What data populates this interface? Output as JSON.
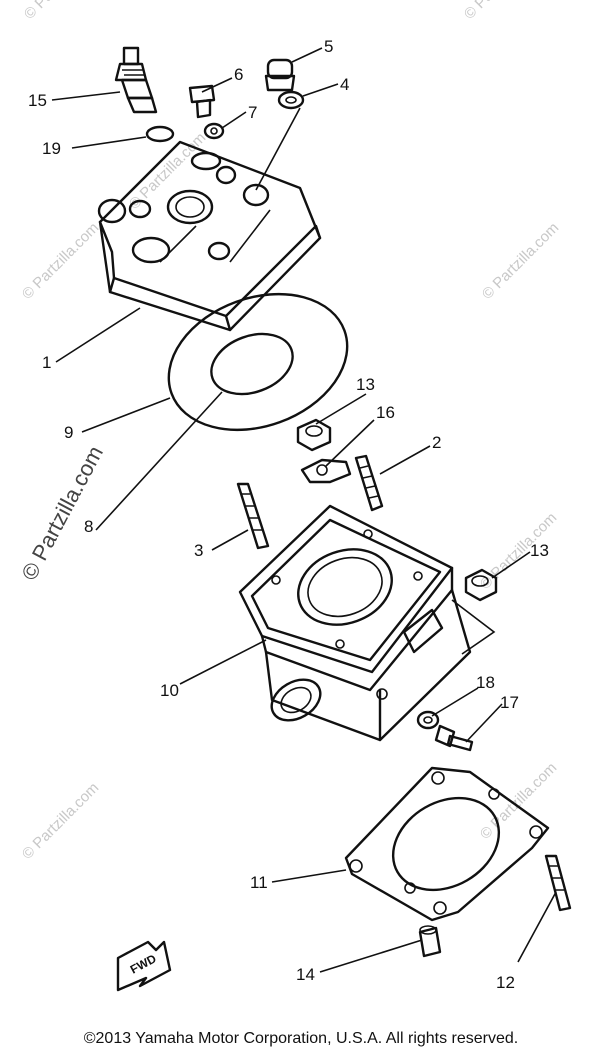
{
  "watermark": {
    "text": "© Partzilla.com"
  },
  "callouts": {
    "c1": "1",
    "c2": "2",
    "c3": "3",
    "c4": "4",
    "c5": "5",
    "c6": "6",
    "c7": "7",
    "c8": "8",
    "c9": "9",
    "c10": "10",
    "c11": "11",
    "c12": "12",
    "c13a": "13",
    "c13b": "13",
    "c14": "14",
    "c15": "15",
    "c16": "16",
    "c17": "17",
    "c18": "18",
    "c19": "19"
  },
  "fwd_label": "FWD",
  "copyright": "©2013  Yamaha Motor Corporation, U.S.A. All rights reserved."
}
